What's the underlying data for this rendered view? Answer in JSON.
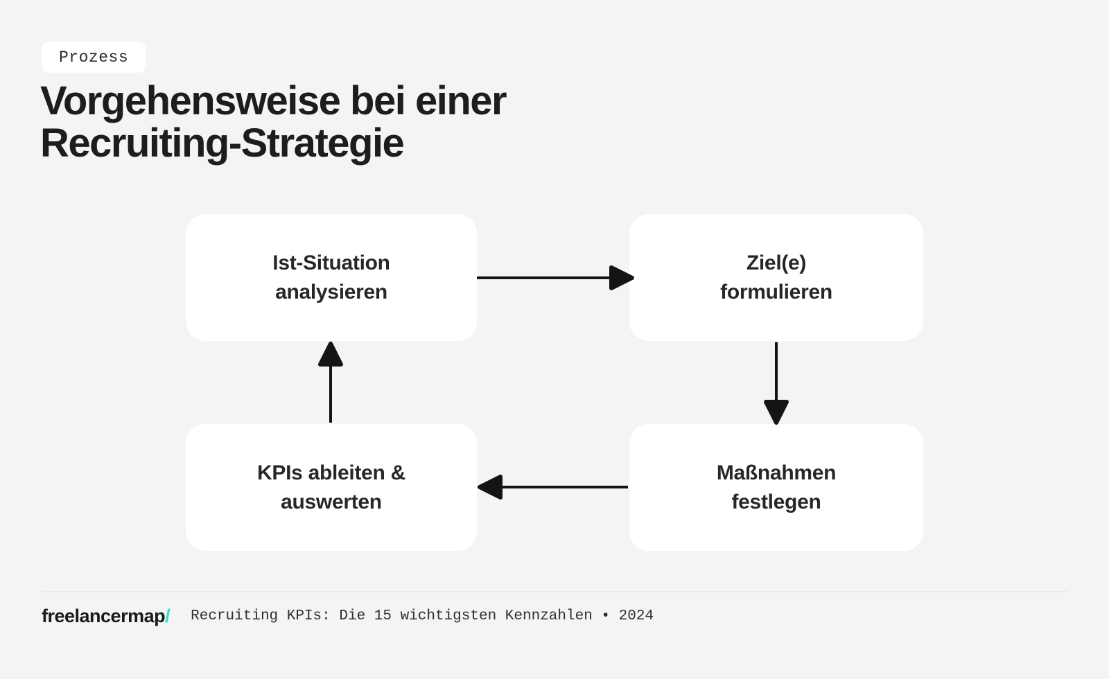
{
  "header": {
    "badge": "Prozess",
    "title_lines": [
      "Vorgehensweise bei einer",
      "Recruiting-Strategie"
    ],
    "title_full": "Vorgehensweise bei einer Recruiting-Strategie"
  },
  "diagram": {
    "type": "cycle-flow",
    "nodes": [
      {
        "id": "ist-situation-analysieren",
        "lines": [
          "Ist-Situation",
          "analysieren"
        ]
      },
      {
        "id": "ziele-formulieren",
        "lines": [
          "Ziel(e)",
          "formulieren"
        ]
      },
      {
        "id": "massnahmen-festlegen",
        "lines": [
          "Maßnahmen",
          "festlegen"
        ]
      },
      {
        "id": "kpis-ableiten-auswerten",
        "lines": [
          "KPIs ableiten &",
          "auswerten"
        ]
      }
    ],
    "edges": [
      {
        "from": "ist-situation-analysieren",
        "to": "ziele-formulieren",
        "direction": "right"
      },
      {
        "from": "ziele-formulieren",
        "to": "massnahmen-festlegen",
        "direction": "down"
      },
      {
        "from": "massnahmen-festlegen",
        "to": "kpis-ableiten-auswerten",
        "direction": "left"
      },
      {
        "from": "kpis-ableiten-auswerten",
        "to": "ist-situation-analysieren",
        "direction": "up"
      }
    ],
    "colors": {
      "background": "#f4f4f2",
      "node_fill": "#ffffff",
      "node_text": "#272727",
      "arrow": "#141414"
    }
  },
  "footer": {
    "logo_text": "freelancermap",
    "logo_slash": "/",
    "logo_slash_color": "#2be0c4",
    "source_text": "Recruiting KPIs: Die 15 wichtigsten Kennzahlen • 2024"
  }
}
